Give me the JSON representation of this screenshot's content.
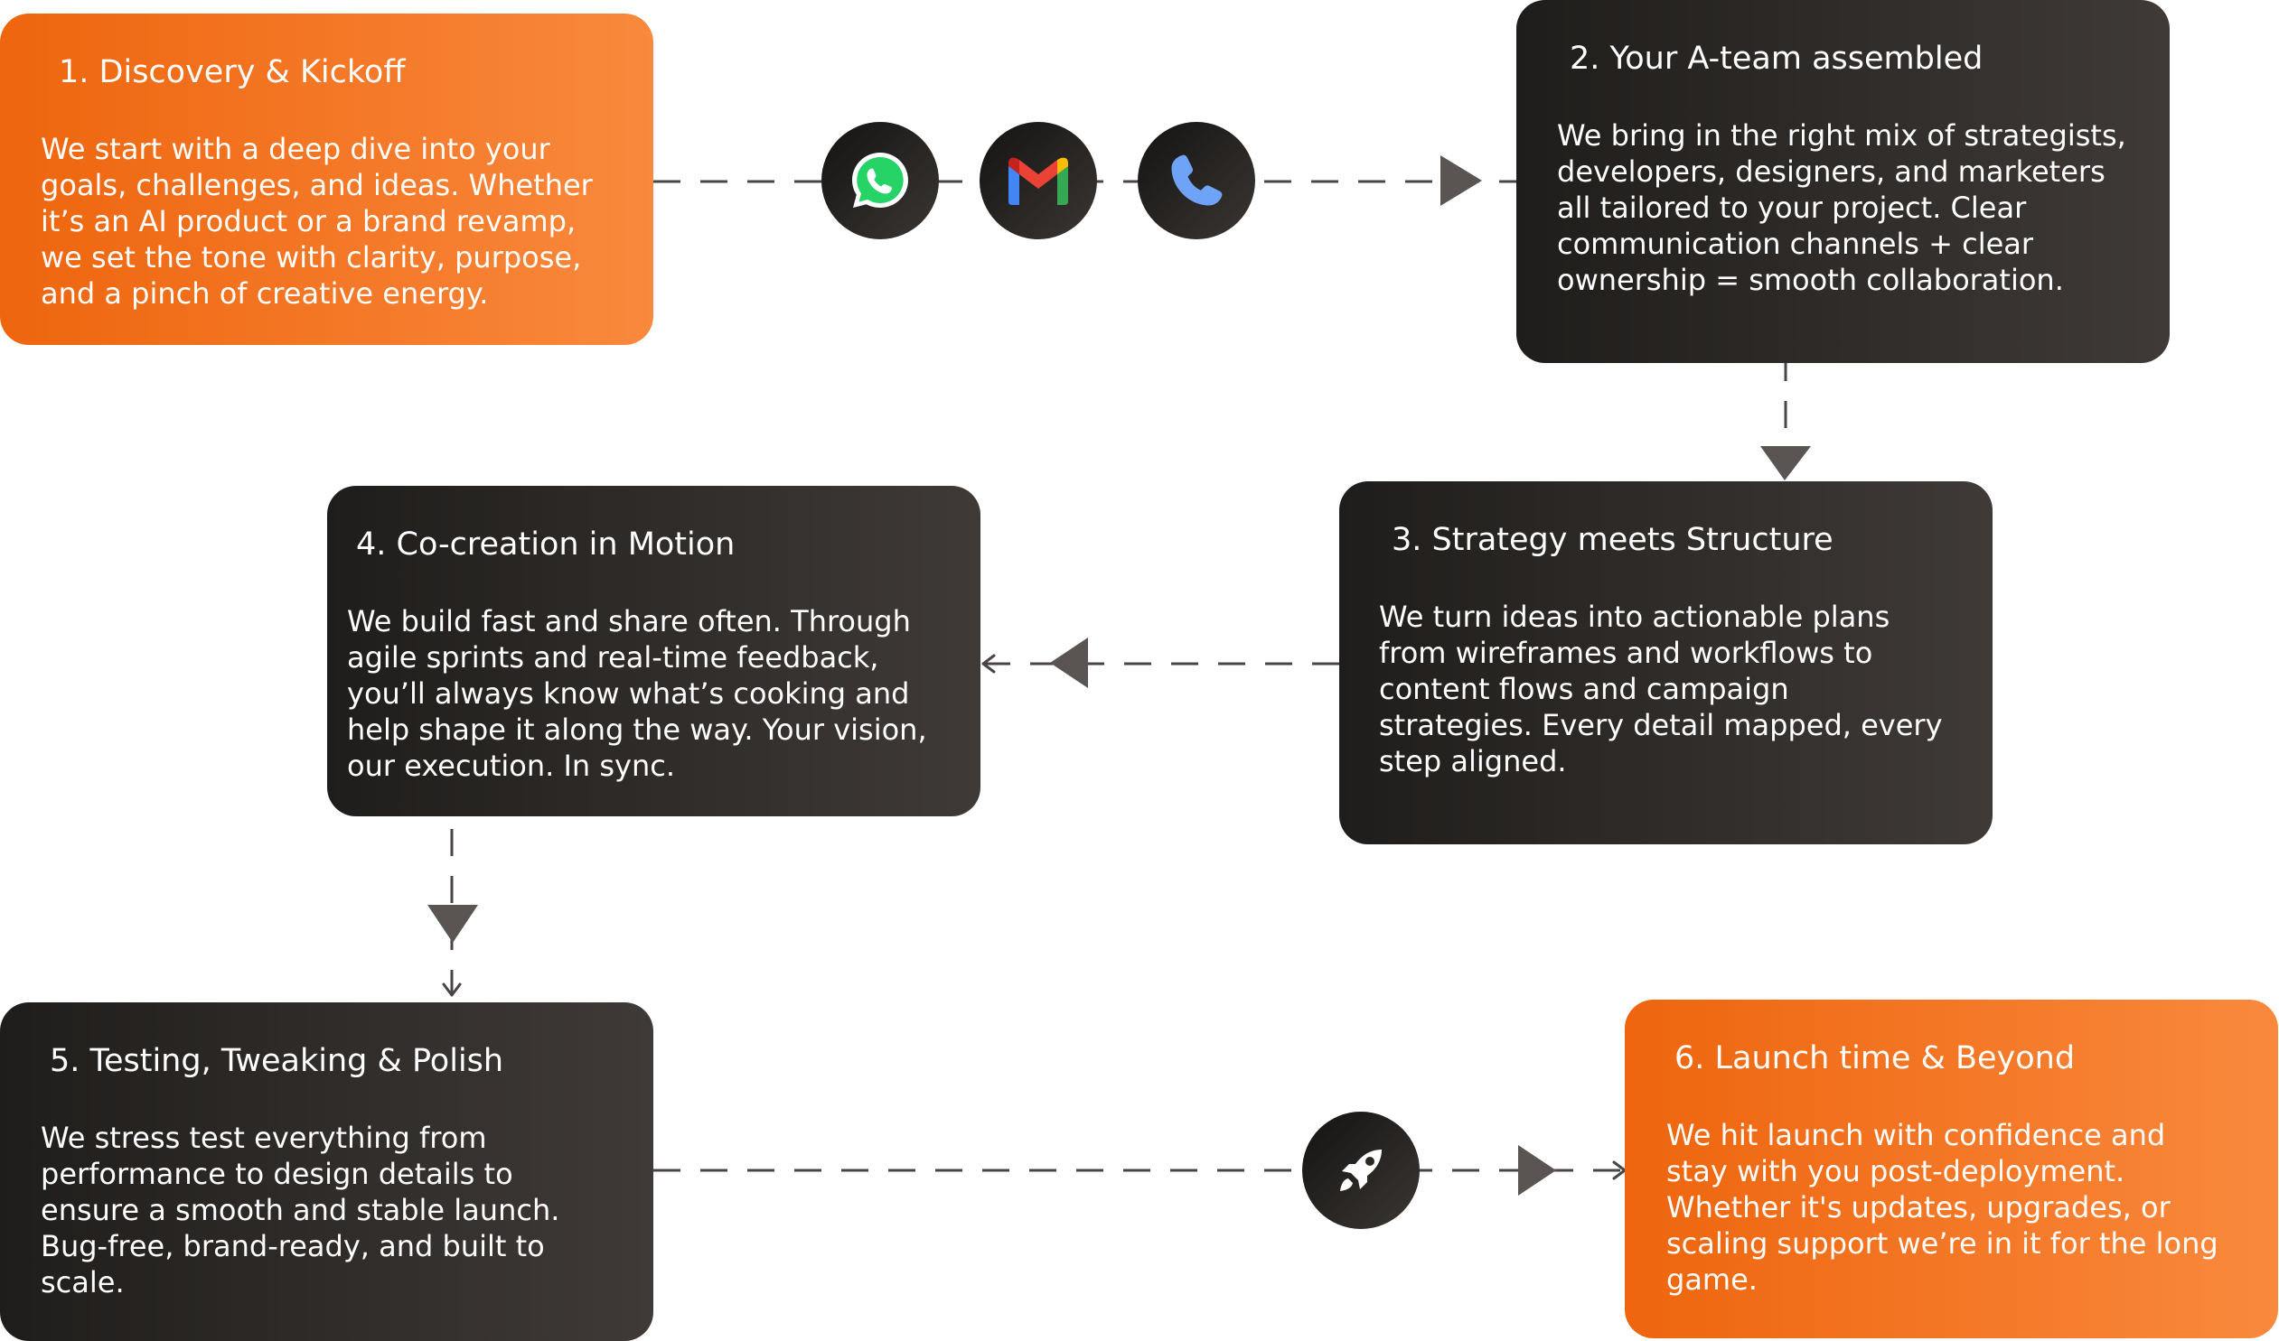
{
  "steps": [
    {
      "title": "1. Discovery & Kickoff",
      "body": [
        "We start with a deep dive into your",
        "goals, challenges, and ideas. Whether",
        "it’s an AI product or a brand revamp,",
        "we set the tone with clarity, purpose,",
        "and a pinch of creative energy."
      ],
      "theme": "orange"
    },
    {
      "title": "2. Your A-team assembled",
      "body": [
        "We bring in the right mix of strategists,",
        "developers, designers, and marketers",
        "all tailored to your project. Clear",
        "communication channels + clear",
        "ownership = smooth collaboration."
      ],
      "theme": "dark"
    },
    {
      "title": "3. Strategy meets Structure",
      "body": [
        "We turn ideas into actionable plans",
        "from wireframes and workflows to",
        "content flows and campaign",
        "strategies. Every detail mapped, every",
        "step aligned."
      ],
      "theme": "dark"
    },
    {
      "title": "4. Co-creation in Motion",
      "body": [
        "We build fast and share often. Through",
        "agile sprints and real-time feedback,",
        "you’ll always know what’s cooking  and",
        "help shape it along the way. Your vision,",
        "our execution. In sync."
      ],
      "theme": "dark"
    },
    {
      "title": "5. Testing, Tweaking & Polish",
      "body": [
        "We stress test everything from",
        "performance to design details to",
        "ensure a smooth and stable launch.",
        "Bug-free, brand-ready, and built to",
        "scale."
      ],
      "theme": "dark"
    },
    {
      "title": "6. Launch time & Beyond",
      "body": [
        "We hit launch with confidence and",
        "stay with you post-deployment.",
        "Whether it's updates, upgrades, or",
        "scaling support we’re in it for the long",
        "game."
      ],
      "theme": "orange"
    }
  ],
  "icons": {
    "channels": [
      "whatsapp-icon",
      "gmail-icon",
      "phone-icon"
    ],
    "launch": "rocket-icon"
  },
  "colors": {
    "orange_start": "#ee650e",
    "orange_end": "#f9893d",
    "dark_start": "#1f1d1b",
    "dark_end": "#3f3a37",
    "connector": "#4a4544",
    "whatsapp_green": "#25d366",
    "phone_blue": "#6fa3f7"
  }
}
